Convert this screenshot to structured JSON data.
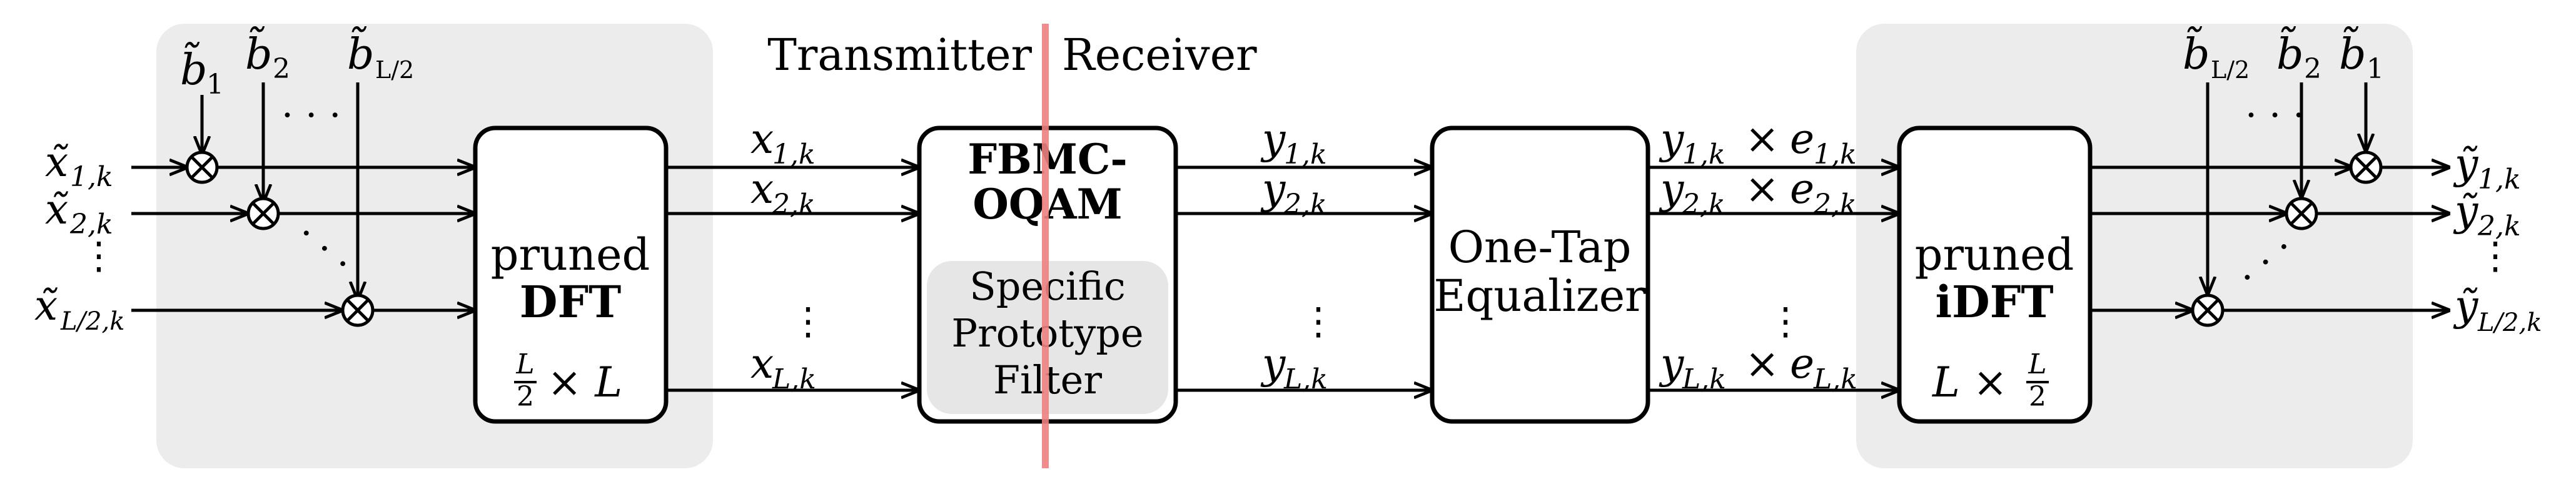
{
  "colors": {
    "background": "#ffffff",
    "panel": "#ececec",
    "inner_panel": "#e6e6e6",
    "divider": "#f08080",
    "stroke": "#000000"
  },
  "labels": {
    "transmitter": "Transmitter",
    "receiver": "Receiver"
  },
  "tx": {
    "b_symbols": {
      "b1": "b̃",
      "b1_sub": "1",
      "b2": "b̃",
      "b2_sub": "2",
      "bL": "b̃",
      "bL_sub": "L/2"
    },
    "inputs": [
      {
        "base": "x̃",
        "sub": "1,k"
      },
      {
        "base": "x̃",
        "sub": "2,k"
      },
      {
        "base": "x̃",
        "sub": "L/2,k"
      }
    ],
    "dft": {
      "line1": "pruned",
      "line2": "DFT",
      "dims_num": "L",
      "dims_den": "2",
      "dims_tail": "× L"
    },
    "outputs": [
      {
        "base": "x",
        "sub": "1,k"
      },
      {
        "base": "x",
        "sub": "2,k"
      },
      {
        "base": "x",
        "sub": "L,k"
      }
    ]
  },
  "fbmc": {
    "title1": "FBMC-",
    "title2": "OQAM",
    "inner1": "Specific",
    "inner2": "Prototype",
    "inner3": "Filter"
  },
  "channel_outputs": [
    {
      "base": "y",
      "sub": "1,k"
    },
    {
      "base": "y",
      "sub": "2,k"
    },
    {
      "base": "y",
      "sub": "L,k"
    }
  ],
  "equalizer": {
    "line1": "One-Tap",
    "line2": "Equalizer"
  },
  "eq_outputs": [
    {
      "y": "y",
      "ysub": "1,k",
      "op": "×",
      "e": "e",
      "esub": "1,k"
    },
    {
      "y": "y",
      "ysub": "2,k",
      "op": "×",
      "e": "e",
      "esub": "2,k"
    },
    {
      "y": "y",
      "ysub": "L,k",
      "op": "×",
      "e": "e",
      "esub": "L,k"
    }
  ],
  "rx": {
    "idft": {
      "line1": "pruned",
      "line2": "iDFT",
      "dims_head": "L ×",
      "dims_num": "L",
      "dims_den": "2"
    },
    "b_symbols": {
      "bL": "b̃",
      "bL_sub": "L/2",
      "b2": "b̃",
      "b2_sub": "2",
      "b1": "b̃",
      "b1_sub": "1"
    },
    "outputs": [
      {
        "base": "ỹ",
        "sub": "1,k"
      },
      {
        "base": "ỹ",
        "sub": "2,k"
      },
      {
        "base": "ỹ",
        "sub": "L/2,k"
      }
    ]
  }
}
